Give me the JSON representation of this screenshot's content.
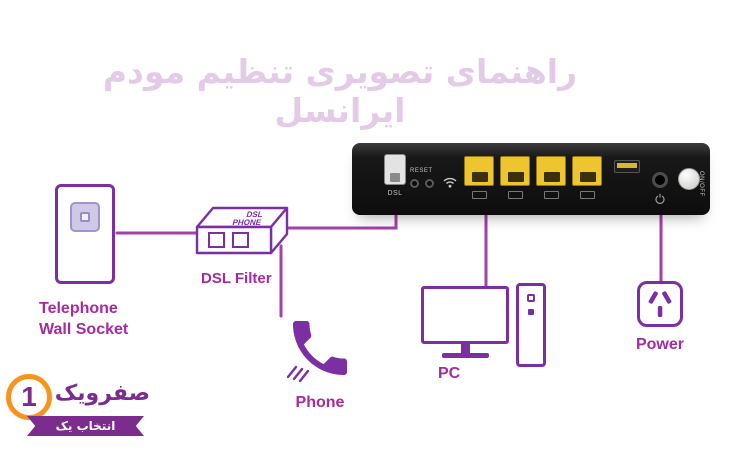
{
  "watermark": "راهنمای تصویری تنظیم مودم ایرانسل",
  "labels": {
    "wall_socket_line1": "Telephone",
    "wall_socket_line2": "Wall Socket",
    "dsl_filter": "DSL Filter",
    "phone": "Phone",
    "pc": "PC",
    "power": "Power"
  },
  "filter": {
    "port_top": "DSL",
    "port_bottom": "PHONE"
  },
  "router": {
    "dsl_port_label": "DSL",
    "reset_label": "RESET",
    "onoff_label": "ON/OFF"
  },
  "logo": {
    "one": "1",
    "brand": "صفرویک",
    "tagline": "انتخاب یک"
  },
  "colors": {
    "wire": "#A63FA8",
    "device_outline": "#7B2FA3",
    "label_text": "#A62AA0",
    "router_body": "#141414",
    "ethernet_yellow": "#EDC52F",
    "logo_orange": "#F7941D",
    "logo_purple": "#7B2D8E"
  }
}
